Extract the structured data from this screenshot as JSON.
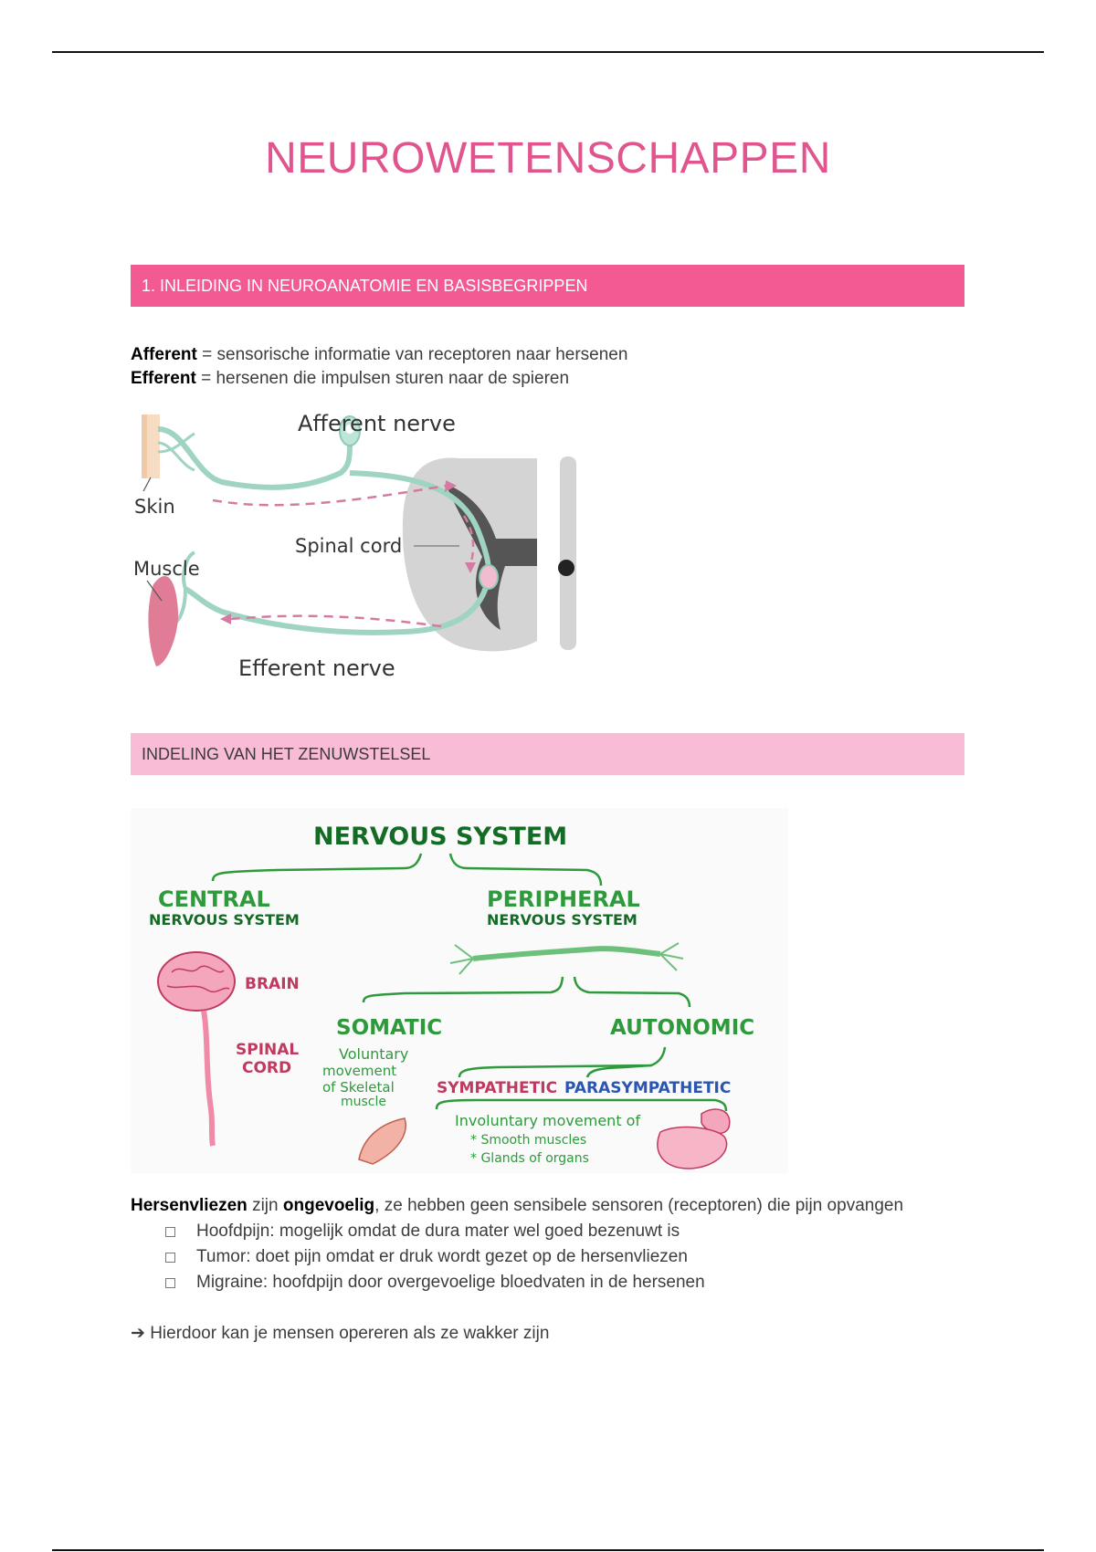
{
  "title": "NEUROWETENSCHAPPEN",
  "section1": {
    "heading": "1. INLEIDING IN NEUROANATOMIE EN BASISBEGRIPPEN",
    "afferent_term": "Afferent",
    "afferent_def": " = sensorische informatie van receptoren naar hersenen",
    "efferent_term": "Efferent",
    "efferent_def": " = hersenen die impulsen sturen naar de spieren"
  },
  "figure1": {
    "label_afferent": "Afferent nerve",
    "label_skin": "Skin",
    "label_spinal": "Spinal cord",
    "label_muscle": "Muscle",
    "label_efferent": "Efferent nerve"
  },
  "section2": {
    "heading": "INDELING VAN HET ZENUWSTELSEL"
  },
  "figure2": {
    "nervous_system": "NERVOUS SYSTEM",
    "central": "CENTRAL",
    "central_sub": "NERVOUS SYSTEM",
    "peripheral": "PERIPHERAL",
    "peripheral_sub": "NERVOUS SYSTEM",
    "brain": "BRAIN",
    "spinal_1": "SPINAL",
    "spinal_2": "CORD",
    "somatic": "SOMATIC",
    "autonomic": "AUTONOMIC",
    "voluntary_1": "Voluntary",
    "voluntary_2": "movement",
    "voluntary_3": "of Skeletal",
    "voluntary_4": "muscle",
    "sympathetic": "SYMPATHETIC",
    "parasympathetic": "PARASYMPATHETIC",
    "involuntary": "Involuntary movement of",
    "smooth": "* Smooth muscles",
    "glands": "* Glands of organs",
    "colors": {
      "green": "#2f9a3c",
      "dark_green": "#146b26",
      "pink": "#c0395f",
      "blue": "#2a55b0"
    }
  },
  "body": {
    "p1_term1": "Hersenvliezen",
    "p1_mid": " zijn ",
    "p1_term2": "ongevoelig",
    "p1_rest": ", ze hebben geen sensibele sensoren (receptoren) die pijn opvangen",
    "bullets": [
      "Hoofdpijn: mogelijk omdat de dura mater wel goed bezenuwt is",
      "Tumor: doet pijn omdat er druk wordt gezet op de hersenvliezen",
      "Migraine: hoofdpijn door overgevoelige bloedvaten in de hersenen"
    ],
    "arrow": "➔",
    "conclusion": " Hierdoor kan je mensen opereren als ze wakker zijn"
  }
}
